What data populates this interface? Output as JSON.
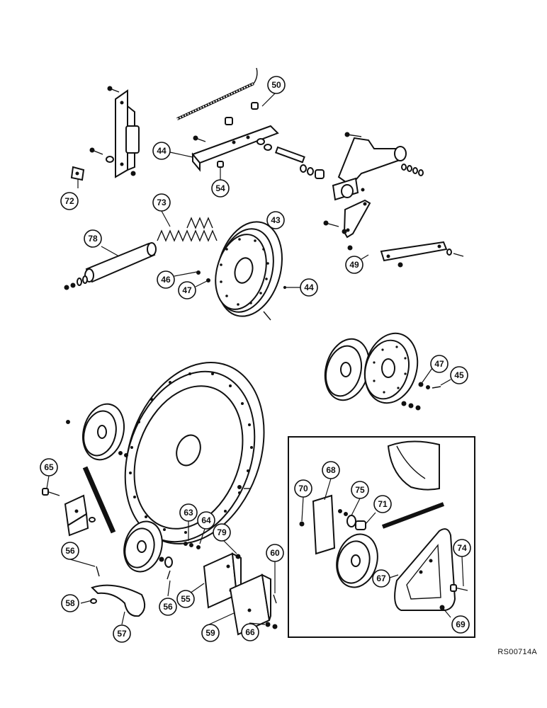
{
  "figure": {
    "reference_code": "RS00714A",
    "callouts": [
      "50",
      "44",
      "54",
      "72",
      "73",
      "78",
      "43",
      "46",
      "47",
      "44",
      "49",
      "47",
      "45",
      "65",
      "63",
      "64",
      "79",
      "60",
      "56",
      "58",
      "55",
      "56",
      "57",
      "59",
      "66",
      "68",
      "70",
      "75",
      "71",
      "74",
      "67",
      "69"
    ]
  }
}
